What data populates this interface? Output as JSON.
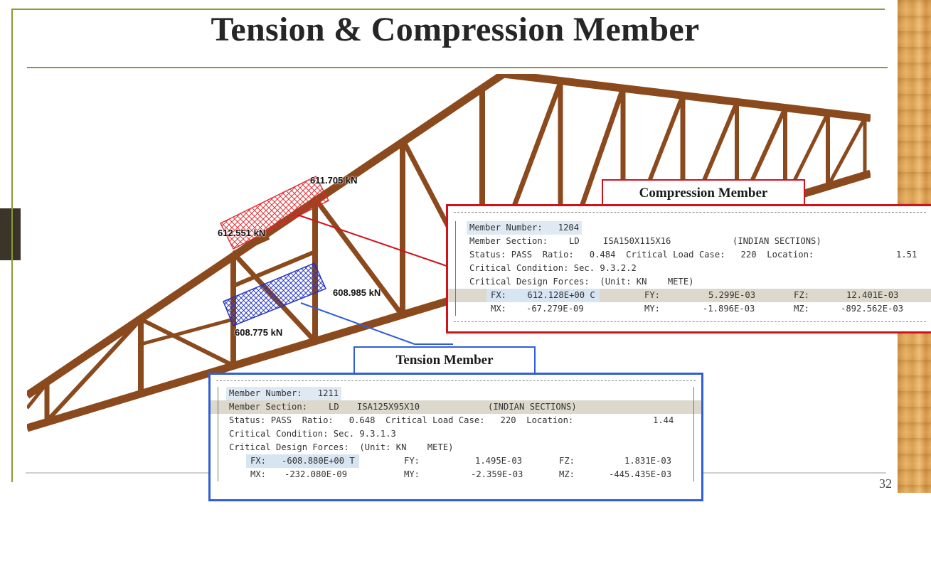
{
  "slide": {
    "title": "Tension & Compression Member",
    "page_number": "32"
  },
  "colors": {
    "frame_accent": "#8a9a36",
    "truss_wood": "#8b4a1e",
    "compression_red": "#d0131b",
    "tension_blue": "#2f5ed8"
  },
  "force_labels": {
    "top_compression": "611.705 kN",
    "left_compression": "612.551 kN",
    "right_tension": "608.985 kN",
    "left_tension": "608.775 kN"
  },
  "compression": {
    "label": "Compression Member",
    "member_number_label": "Member Number:",
    "member_number": "1204",
    "section_label": "Member Section:",
    "section_type": "LD",
    "section_name": "ISA150X115X16",
    "section_table": "(INDIAN SECTIONS)",
    "status_text": "Status: PASS  Ratio:   0.484  Critical Load Case:   220  Location:",
    "location": "1.51",
    "critical_condition": "Critical Condition: Sec. 9.3.2.2",
    "design_forces": "Critical Design Forces:  (Unit: KN    METE)",
    "fx_label": "FX:",
    "fx": "612.128E+00 C",
    "fy_label": "FY:",
    "fy": "5.299E-03",
    "fz_label": "FZ:",
    "fz": "12.401E-03",
    "mx_label": "MX:",
    "mx": "-67.279E-09",
    "my_label": "MY:",
    "my": "-1.896E-03",
    "mz_label": "MZ:",
    "mz": "-892.562E-03"
  },
  "tension": {
    "label": "Tension Member",
    "member_number_label": "Member Number:",
    "member_number": "1211",
    "section_label": "Member Section:",
    "section_type": "LD",
    "section_name": "ISA125X95X10",
    "section_table": "(INDIAN SECTIONS)",
    "status_text": "Status: PASS  Ratio:   0.648  Critical Load Case:   220  Location:",
    "location": "1.44",
    "critical_condition": "Critical Condition: Sec. 9.3.1.3",
    "design_forces": "Critical Design Forces:  (Unit: KN    METE)",
    "fx_label": "FX:",
    "fx": "-608.880E+00 T",
    "fy_label": "FY:",
    "fy": "1.495E-03",
    "fz_label": "FZ:",
    "fz": "1.831E-03",
    "mx_label": "MX:",
    "mx": "-232.080E-09",
    "my_label": "MY:",
    "my": "-2.359E-03",
    "mz_label": "MZ:",
    "mz": "-445.435E-03"
  }
}
